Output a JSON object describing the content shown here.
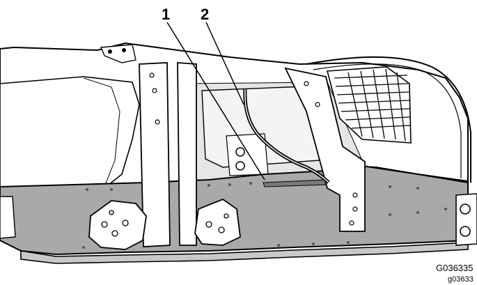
{
  "callouts": [
    {
      "number": "1"
    },
    {
      "number": "2"
    }
  ],
  "figure_ids": {
    "main": "G036335",
    "secondary": "g03633"
  }
}
